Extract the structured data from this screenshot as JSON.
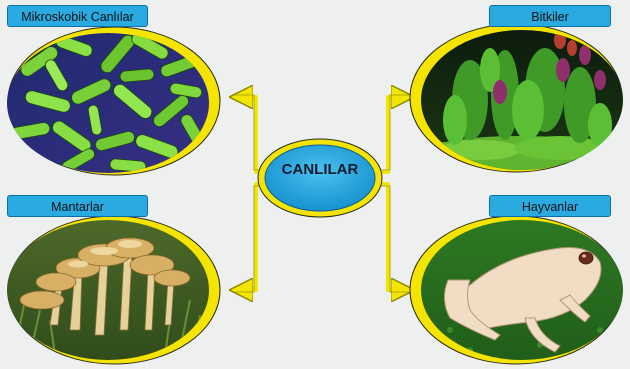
{
  "center": {
    "label": "CANLILAR"
  },
  "categories": [
    {
      "id": "micro",
      "label": "Mikroskobik Canlılar",
      "image_icon": "bacteria-illustration"
    },
    {
      "id": "plants",
      "label": "Bitkiler",
      "image_icon": "aquatic-plants-illustration"
    },
    {
      "id": "fungi",
      "label": "Mantarlar",
      "image_icon": "mushroom-cluster-illustration"
    },
    {
      "id": "animals",
      "label": "Hayvanlar",
      "image_icon": "frog-illustration"
    }
  ],
  "colors": {
    "label_fill": "#29abe2",
    "center_fill": "#1ea0dc",
    "ring_yellow": "#f4e400",
    "connector_yellow": "#f2e600",
    "background": "#eef0ef"
  }
}
